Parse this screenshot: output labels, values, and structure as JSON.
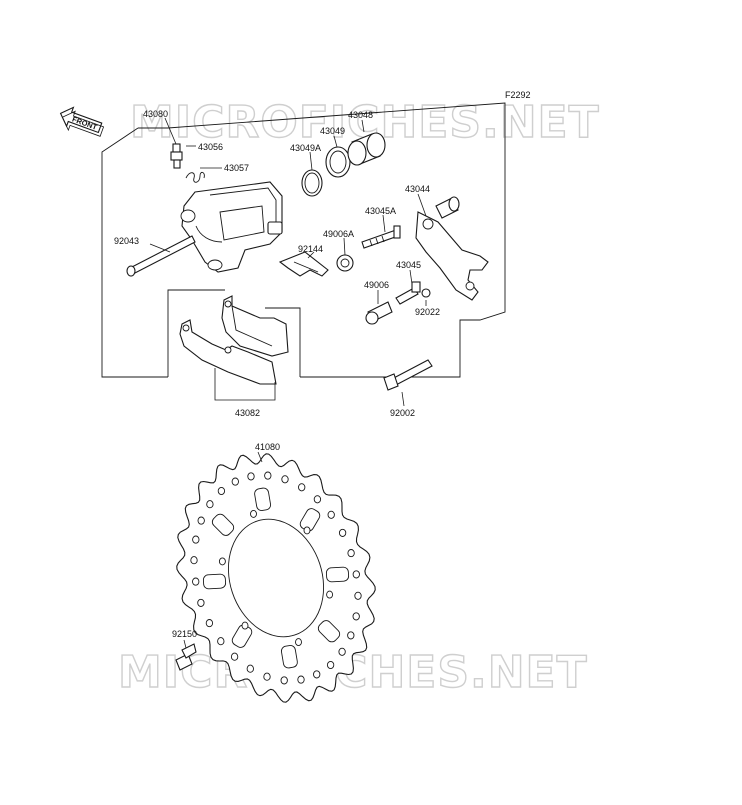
{
  "diagram": {
    "code": "F2292",
    "front_label": "FRONT",
    "watermarks": [
      "MICROFICHES.NET",
      "MICROFICHES.NET"
    ],
    "parts": [
      {
        "id": "43080"
      },
      {
        "id": "43056"
      },
      {
        "id": "43057"
      },
      {
        "id": "43049A"
      },
      {
        "id": "43049"
      },
      {
        "id": "43048"
      },
      {
        "id": "43044"
      },
      {
        "id": "43045A"
      },
      {
        "id": "49006A"
      },
      {
        "id": "92144"
      },
      {
        "id": "92043"
      },
      {
        "id": "43045"
      },
      {
        "id": "49006"
      },
      {
        "id": "92022"
      },
      {
        "id": "92002"
      },
      {
        "id": "43082"
      },
      {
        "id": "41080"
      },
      {
        "id": "92150"
      }
    ]
  }
}
